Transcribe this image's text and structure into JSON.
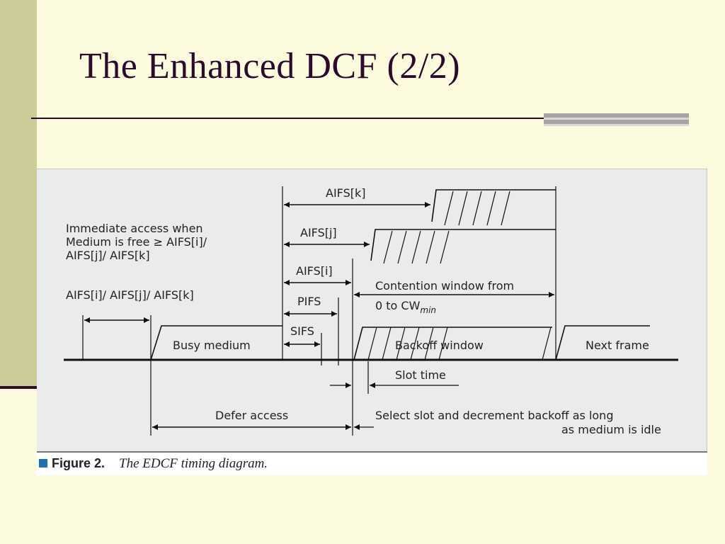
{
  "slide": {
    "title": "The Enhanced DCF (2/2)"
  },
  "figure": {
    "caption_label": "Figure 2.",
    "caption_text": "The EDCF timing diagram.",
    "labels": {
      "aifs_k": "AIFS[k]",
      "aifs_j": "AIFS[j]",
      "aifs_i": "AIFS[i]",
      "pifs": "PIFS",
      "sifs": "SIFS",
      "immediate_line1": "Immediate access when",
      "immediate_line2": "Medium is free ≥ AIFS[i]/",
      "immediate_line3": "AIFS[j]/ AIFS[k]",
      "aifs_all": "AIFS[i]/ AIFS[j]/ AIFS[k]",
      "busy_medium": "Busy medium",
      "contention_line1": "Contention window from",
      "contention_line2": "0 to CW",
      "contention_sub": "min",
      "backoff_window": "Backoff window",
      "next_frame": "Next frame",
      "slot_time": "Slot time",
      "defer_access": "Defer access",
      "select_line1": "Select slot and decrement backoff as long",
      "select_line2": "as medium is idle"
    }
  }
}
